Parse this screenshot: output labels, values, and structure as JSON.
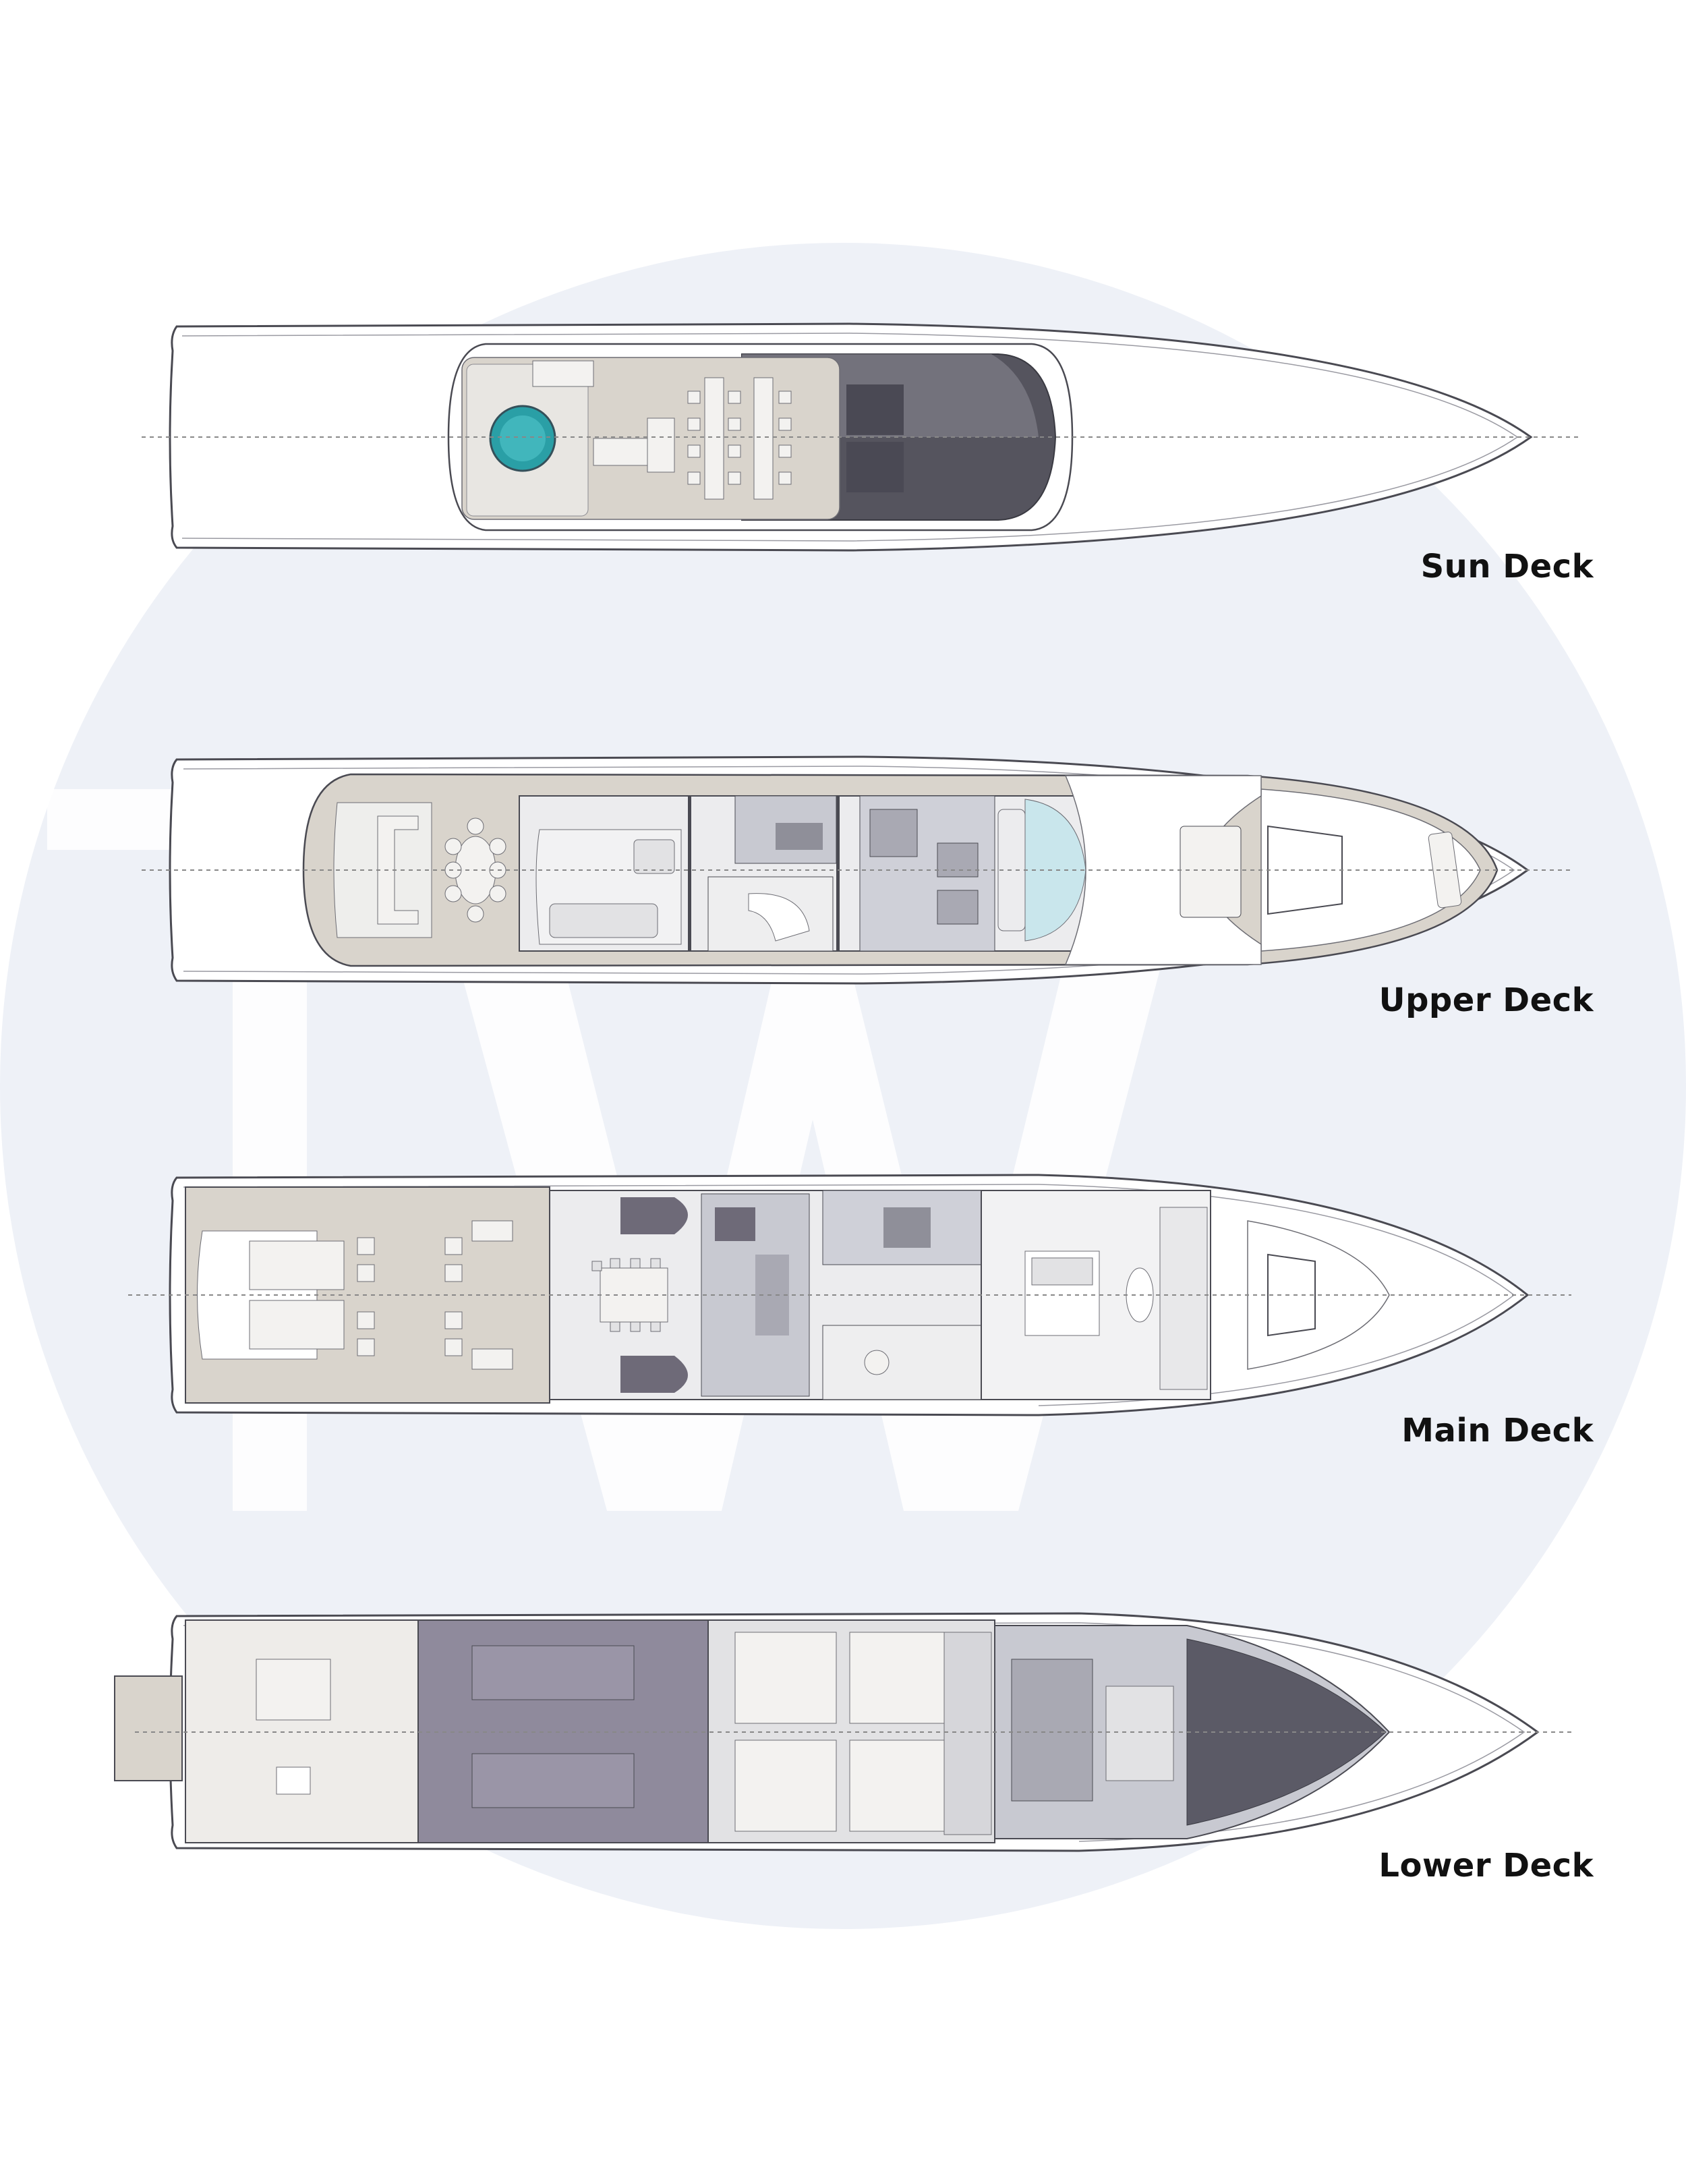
{
  "decks": [
    {
      "id": "sun",
      "label": "Sun Deck"
    },
    {
      "id": "upper",
      "label": "Upper Deck"
    },
    {
      "id": "main",
      "label": "Main Deck"
    },
    {
      "id": "lower",
      "label": "Lower Deck"
    }
  ],
  "watermark": {
    "letters": "TW",
    "circle_color": "#eef1f7"
  },
  "colors": {
    "hull_stroke": "#4a4a52",
    "teak_deck": "#d9d4cc",
    "interior_light": "#ececee",
    "interior_mid": "#c8c9d1",
    "interior_dark": "#6e6a78",
    "garage_purple": "#8f8a9c",
    "pool_teal": "#2a9fa6",
    "centerline": "#888888"
  }
}
